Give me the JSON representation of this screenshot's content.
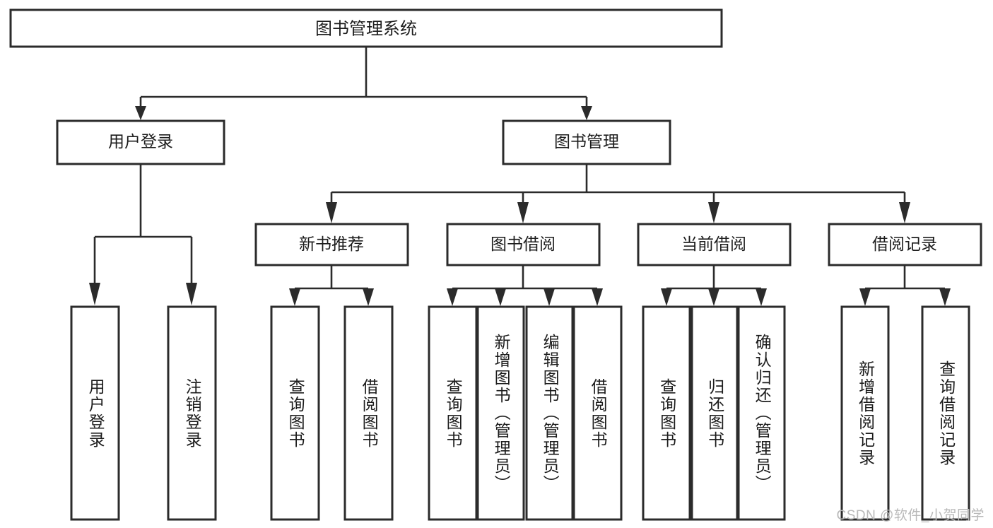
{
  "diagram": {
    "type": "tree",
    "title": "图书管理系统",
    "watermark": "CSDN @软件_小贺同学",
    "root": {
      "id": "root",
      "label": "图书管理系统"
    },
    "level2": [
      {
        "id": "user-login",
        "label": "用户登录"
      },
      {
        "id": "book-manage",
        "label": "图书管理"
      }
    ],
    "level3": [
      {
        "id": "new-book-rec",
        "label": "新书推荐",
        "parent": "book-manage"
      },
      {
        "id": "book-borrow",
        "label": "图书借阅",
        "parent": "book-manage"
      },
      {
        "id": "current-borrow",
        "label": "当前借阅",
        "parent": "book-manage"
      },
      {
        "id": "borrow-record",
        "label": "借阅记录",
        "parent": "book-manage"
      }
    ],
    "leaves": [
      {
        "id": "leaf-user-login",
        "label": "用户登录",
        "parent": "user-login"
      },
      {
        "id": "leaf-user-logout",
        "label": "注销登录",
        "parent": "user-login"
      },
      {
        "id": "leaf-query-book-1",
        "label": "查询图书",
        "parent": "new-book-rec"
      },
      {
        "id": "leaf-borrow-book-1",
        "label": "借阅图书",
        "parent": "new-book-rec"
      },
      {
        "id": "leaf-query-book-2",
        "label": "查询图书",
        "parent": "book-borrow"
      },
      {
        "id": "leaf-add-book",
        "label": "新增图书（管理员）",
        "parent": "book-borrow"
      },
      {
        "id": "leaf-edit-book",
        "label": "编辑图书（管理员）",
        "parent": "book-borrow"
      },
      {
        "id": "leaf-borrow-book-2",
        "label": "借阅图书",
        "parent": "book-borrow"
      },
      {
        "id": "leaf-query-book-3",
        "label": "查询图书",
        "parent": "current-borrow"
      },
      {
        "id": "leaf-return-book",
        "label": "归还图书",
        "parent": "current-borrow"
      },
      {
        "id": "leaf-confirm-return",
        "label": "确认归还（管理员）",
        "parent": "current-borrow"
      },
      {
        "id": "leaf-add-record",
        "label": "新增借阅记录",
        "parent": "borrow-record"
      },
      {
        "id": "leaf-query-record",
        "label": "查询借阅记录",
        "parent": "borrow-record"
      }
    ],
    "colors": {
      "stroke": "#2b2b2b",
      "fill": "#ffffff",
      "text": "#1c1c1c",
      "watermark": "#b9b9b9"
    }
  }
}
